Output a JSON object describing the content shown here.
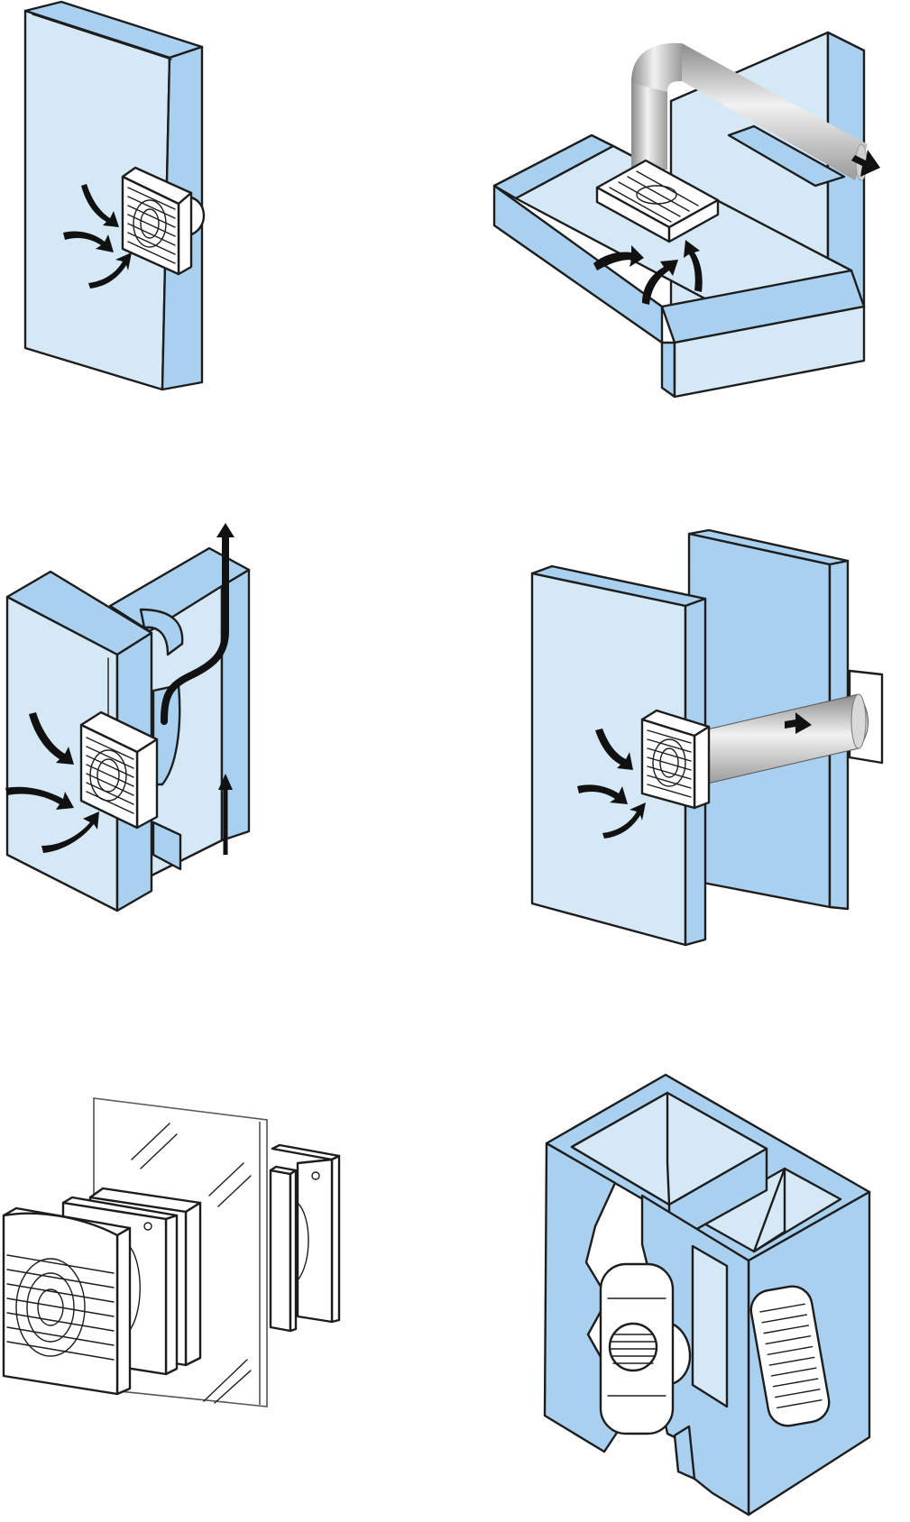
{
  "palette": {
    "wall_face": "#d5e8f6",
    "wall_side": "#a9d0ee",
    "wall_dark": "#8fc0e6",
    "fan": "#ffffff",
    "outline": "#1d1d1d",
    "arrow": "#111111",
    "duct_light": "#f2f2f2",
    "duct_mid": "#c8c8c8",
    "duct_dark": "#8a8a8a"
  },
  "panels": [
    {
      "id": "wall-mount",
      "icon": "wall-fan-icon"
    },
    {
      "id": "ceiling-ducted",
      "icon": "ceiling-fan-duct-icon"
    },
    {
      "id": "wall-chimney",
      "icon": "wall-fan-chimney-icon"
    },
    {
      "id": "wall-ducted",
      "icon": "wall-fan-duct-icon"
    },
    {
      "id": "window-kit",
      "icon": "window-fan-exploded-icon"
    },
    {
      "id": "cavity-wall",
      "icon": "cavity-wall-fan-icon"
    }
  ]
}
